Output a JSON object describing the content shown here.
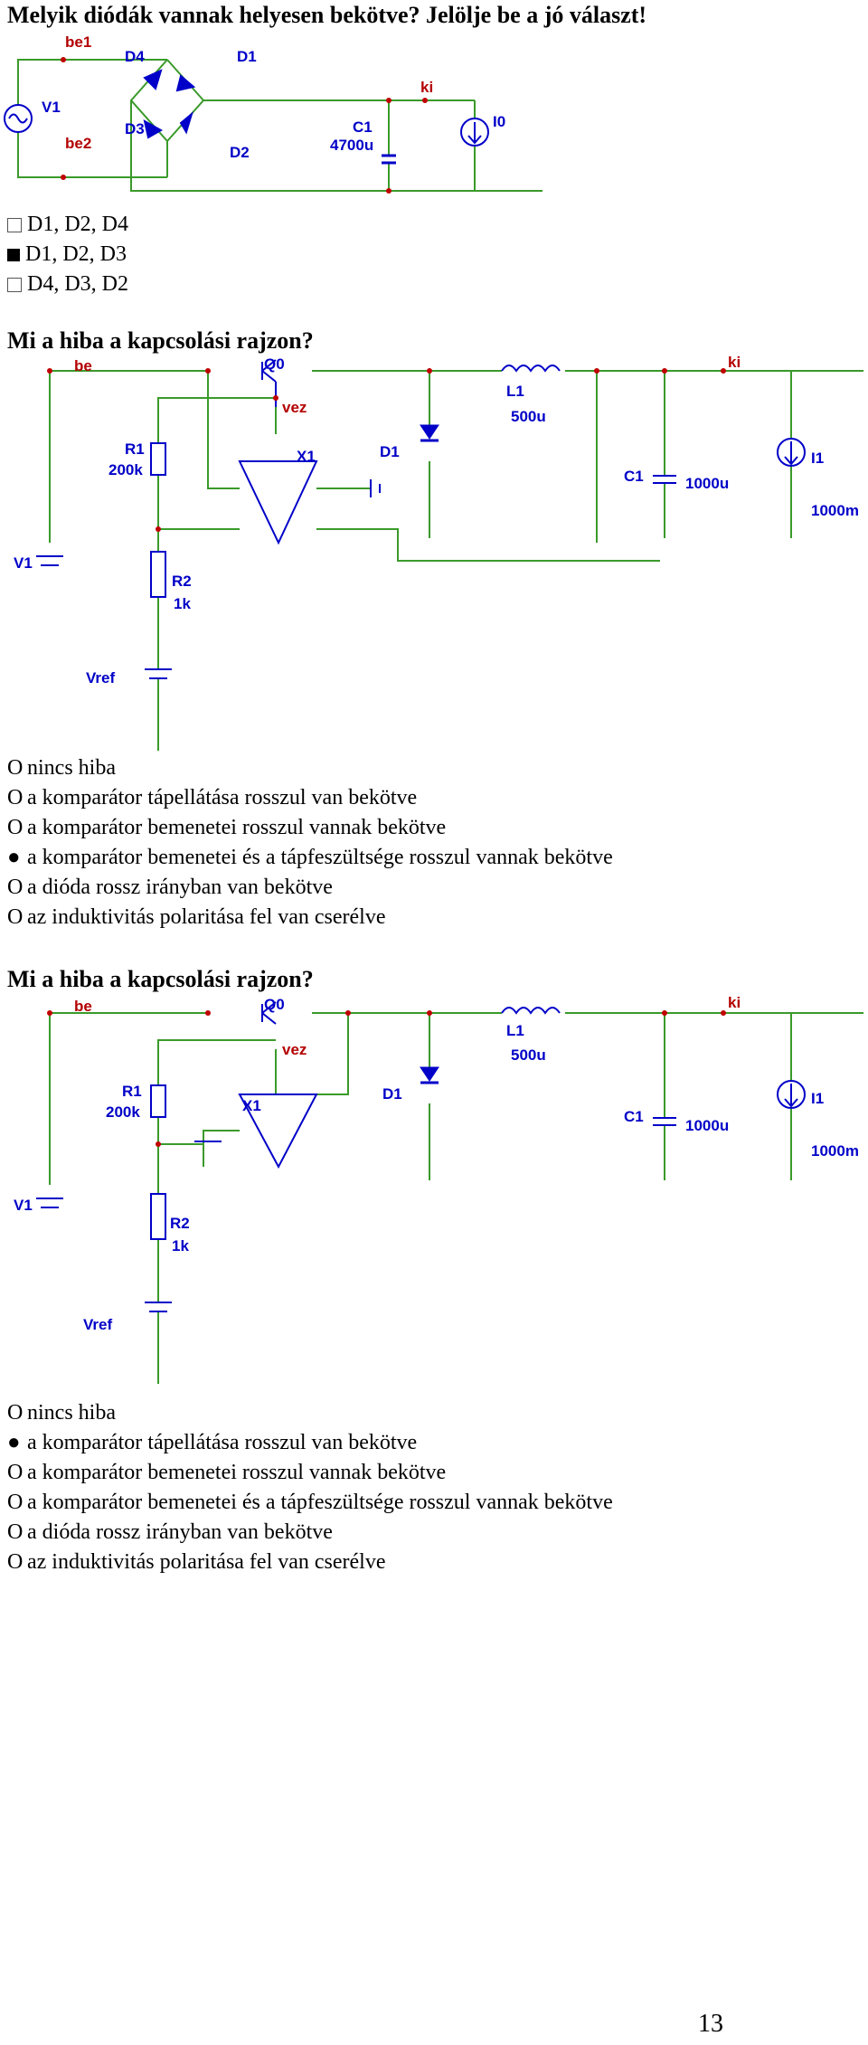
{
  "q1": {
    "title": "Melyik diódák vannak helyesen bekötve? Jelölje be a jó választ!",
    "labels": {
      "be1": "be1",
      "be2": "be2",
      "v1": "V1",
      "d1": "D1",
      "d2": "D2",
      "d3": "D3",
      "d4": "D4",
      "ki": "ki",
      "c1": "C1",
      "c1v": "4700u",
      "i0": "I0"
    },
    "options": [
      {
        "text": "D1, D2, D4",
        "checked": false
      },
      {
        "text": "D1, D2, D3",
        "checked": true
      },
      {
        "text": "D4, D3, D2",
        "checked": false
      }
    ]
  },
  "q2": {
    "title": "Mi a hiba a kapcsolási rajzon?",
    "labels": {
      "be": "be",
      "q0": "Q0",
      "vez": "vez",
      "l1": "L1",
      "l1v": "500u",
      "ki": "ki",
      "r1": "R1",
      "r1v": "200k",
      "x1": "X1",
      "d1": "D1",
      "c1": "C1",
      "c1v": "1000u",
      "i1": "I1",
      "i1v": "1000m",
      "v1": "V1",
      "r2": "R2",
      "r2v": "1k",
      "vref": "Vref"
    },
    "options": [
      {
        "mark": "O",
        "text": "nincs hiba"
      },
      {
        "mark": "O",
        "text": "a komparátor tápellátása rosszul van bekötve"
      },
      {
        "mark": "O",
        "text": "a komparátor bemenetei rosszul vannak bekötve"
      },
      {
        "mark": "●",
        "text": "a komparátor bemenetei és a tápfeszültsége rosszul vannak bekötve"
      },
      {
        "mark": "O",
        "text": "a dióda rossz irányban van bekötve"
      },
      {
        "mark": "O",
        "text": "az induktivitás polaritása fel van cserélve"
      }
    ]
  },
  "q3": {
    "title": "Mi a hiba a kapcsolási rajzon?",
    "labels": {
      "be": "be",
      "q0": "Q0",
      "vez": "vez",
      "l1": "L1",
      "l1v": "500u",
      "ki": "ki",
      "r1": "R1",
      "r1v": "200k",
      "x1": "X1",
      "d1": "D1",
      "c1": "C1",
      "c1v": "1000u",
      "i1": "I1",
      "i1v": "1000m",
      "v1": "V1",
      "r2": "R2",
      "r2v": "1k",
      "vref": "Vref"
    },
    "options": [
      {
        "mark": "O",
        "text": "nincs hiba"
      },
      {
        "mark": "●",
        "text": "a komparátor tápellátása rosszul van bekötve"
      },
      {
        "mark": "O",
        "text": "a komparátor bemenetei rosszul vannak bekötve"
      },
      {
        "mark": "O",
        "text": "a komparátor bemenetei és a tápfeszültsége rosszul vannak bekötve"
      },
      {
        "mark": "O",
        "text": "a dióda rossz irányban van bekötve"
      },
      {
        "mark": "O",
        "text": "az induktivitás polaritása fel van cserélve"
      }
    ]
  },
  "page_number": "13"
}
